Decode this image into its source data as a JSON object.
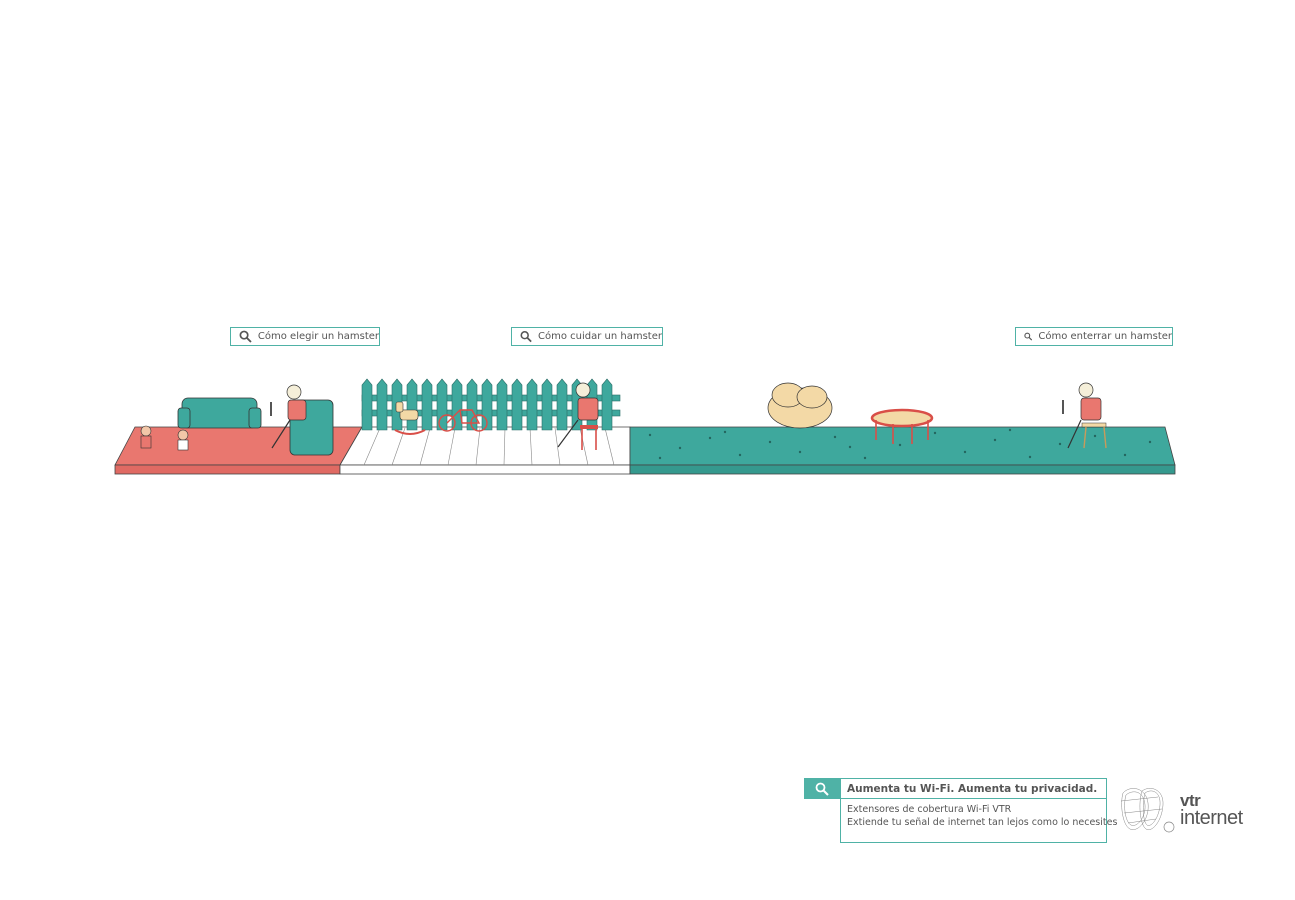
{
  "searches": [
    {
      "query": "Cómo elegir un hamster"
    },
    {
      "query": "Cómo cuidar un hamster"
    },
    {
      "query": "Cómo enterrar un hamster"
    }
  ],
  "ad": {
    "headline": "Aumenta tu Wi-Fi. Aumenta tu privacidad.",
    "line1": "Extensores de cobertura Wi-Fi VTR",
    "line2": "Extiende tu señal de internet tan lejos como lo necesites"
  },
  "logo": {
    "word1": "vtr",
    "word2": "internet"
  },
  "colors": {
    "accent": "#4fb2a6",
    "indoor_floor": "#e9776f",
    "deck": "#ffffff",
    "grass": "#3ea89d",
    "text": "#555555"
  }
}
